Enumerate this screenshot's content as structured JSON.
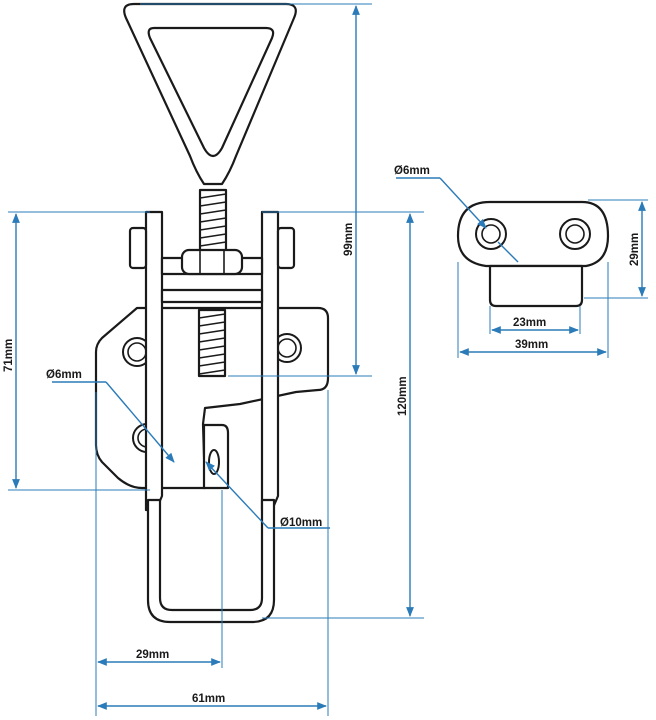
{
  "colors": {
    "dimension_line": "#2b7bb9",
    "outline": "#1a1a1a",
    "background": "#ffffff"
  },
  "dimensions": {
    "total_height": "99mm",
    "base_height": "71mm",
    "closed_length": "120mm",
    "hole_diameter_left": "Ø6mm",
    "hook_diameter": "Ø10mm",
    "hole_spacing_left": "29mm",
    "width": "61mm",
    "keeper_hole": "Ø6mm",
    "keeper_height": "29mm",
    "keeper_hook_width": "23mm",
    "keeper_width": "39mm"
  }
}
